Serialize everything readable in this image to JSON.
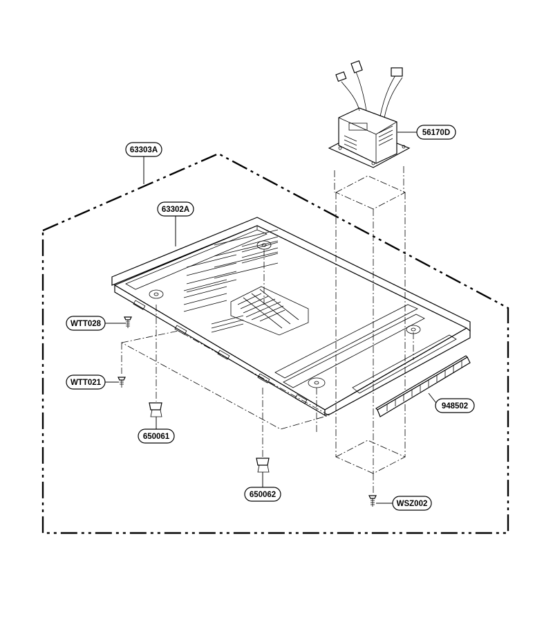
{
  "parts": [
    {
      "id": "p1",
      "label": "63303A"
    },
    {
      "id": "p2",
      "label": "56170D"
    },
    {
      "id": "p3",
      "label": "63302A"
    },
    {
      "id": "p4",
      "label": "WTT028"
    },
    {
      "id": "p5",
      "label": "WTT021"
    },
    {
      "id": "p6",
      "label": "650061"
    },
    {
      "id": "p7",
      "label": "948502"
    },
    {
      "id": "p8",
      "label": "650062"
    },
    {
      "id": "p9",
      "label": "WSZ002"
    }
  ]
}
